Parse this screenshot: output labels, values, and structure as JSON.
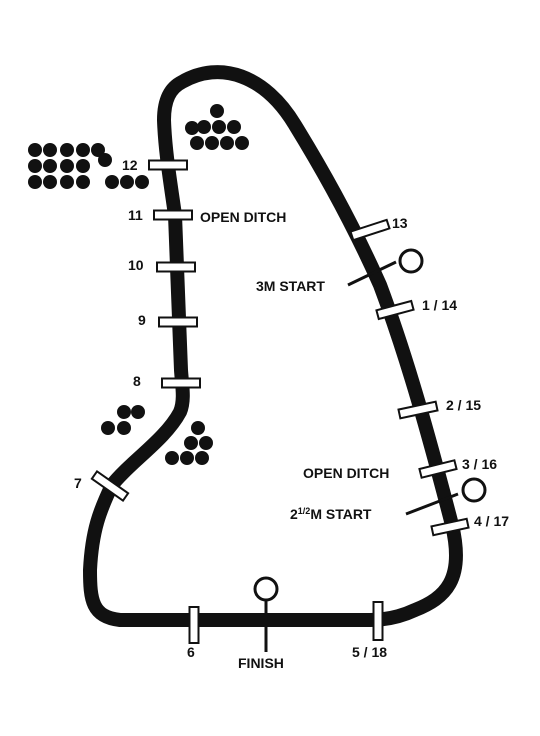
{
  "colors": {
    "track": "#111111",
    "background": "#ffffff"
  },
  "fences": [
    "1 / 14",
    "2 / 15",
    "3 / 16",
    "4 / 17",
    "5 / 18",
    "6",
    "7",
    "8",
    "9",
    "10",
    "11",
    "12",
    "13"
  ],
  "annotations": {
    "open_ditch_top": "OPEN DITCH",
    "open_ditch_right": "OPEN DITCH",
    "start_3m": "3M START",
    "start_2half_prefix": "2",
    "start_2half_frac": "1/2",
    "start_2half_suffix": "M START",
    "finish": "FINISH"
  }
}
